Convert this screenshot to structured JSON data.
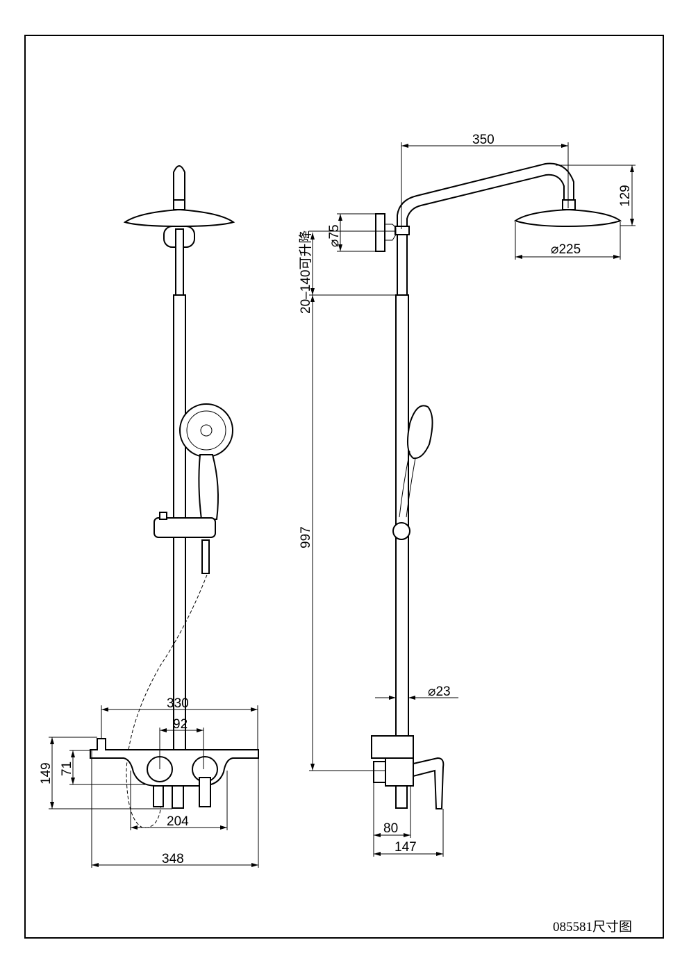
{
  "title": "085581尺寸图",
  "front_view": {
    "dimensions": {
      "plate_width": "330",
      "handle_spacing": "92",
      "total_height": "149",
      "handle_height": "71",
      "body_width": "204",
      "total_width": "348"
    }
  },
  "side_view": {
    "dimensions": {
      "arm_reach": "350",
      "head_drop": "129",
      "head_diameter": "⌀225",
      "hand_shower_diameter": "⌀75",
      "adjustable_range": "20–140可升降",
      "rail_height": "997",
      "pipe_diameter": "⌀23",
      "inlet_depth": "80",
      "mixer_depth": "147"
    }
  }
}
